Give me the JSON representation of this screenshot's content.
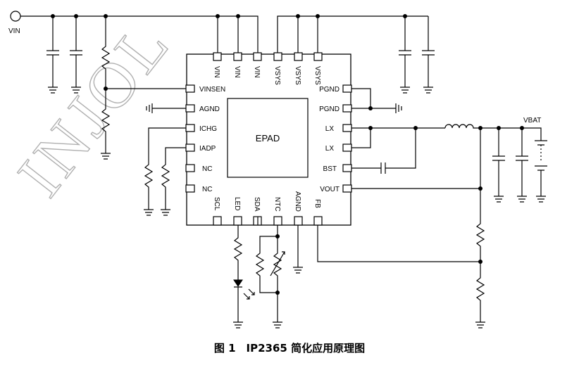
{
  "watermark": "INJOL",
  "net_labels": {
    "vin": "VIN",
    "vbat": "VBAT"
  },
  "ic": {
    "center_label": "EPAD",
    "top_pins": [
      "VIN",
      "VIN",
      "VIN",
      "VSYS",
      "VSYS",
      "VSYS"
    ],
    "left_pins": [
      "VINSEN",
      "AGND",
      "ICHG",
      "IADP",
      "NC",
      "NC"
    ],
    "right_pins": [
      "PGND",
      "PGND",
      "LX",
      "LX",
      "BST",
      "VOUT"
    ],
    "bottom_pins": [
      "SCL",
      "LED",
      "SDA",
      "NTC",
      "AGND",
      "FB"
    ]
  },
  "caption": "图 1　IP2365 简化应用原理图"
}
